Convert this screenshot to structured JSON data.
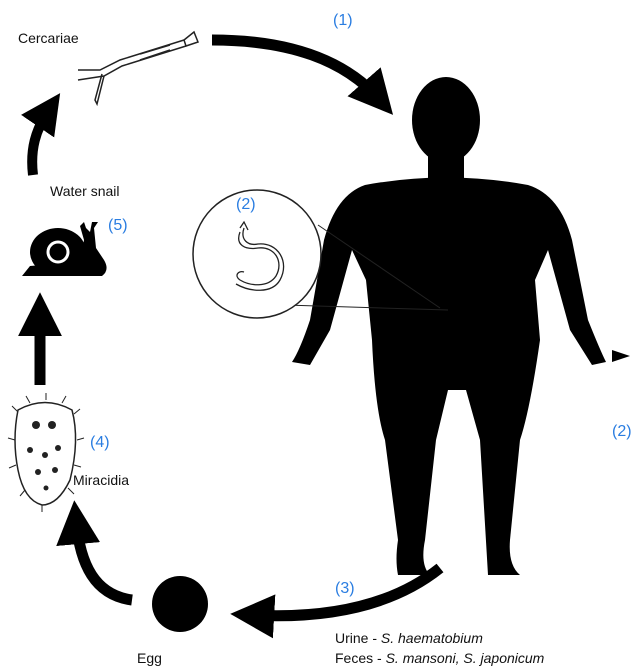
{
  "diagram": {
    "labels": {
      "cercariae": "Cercariae",
      "water_snail": "Water snail",
      "miracidia": "Miracidia",
      "egg": "Egg",
      "urine_prefix": "Urine - ",
      "urine_species": "S. haematobium",
      "feces_prefix": "Feces - ",
      "feces_species": "S. mansoni, S. japonicum"
    },
    "steps": {
      "step1": "(1)",
      "step2_inset": "(2)",
      "step2_right": "(2)",
      "step3": "(3)",
      "step4": "(4)",
      "step5": "(5)"
    },
    "colors": {
      "arrow": "#000000",
      "step_number": "#2a7de1",
      "silhouette": "#000000",
      "background": "#ffffff"
    },
    "icons": {
      "cercaria": "cercaria-drawing",
      "human": "human-silhouette",
      "worm_inset": "adult-worm-pair-inset",
      "snail": "snail-icon",
      "miracidium": "miracidium-drawing",
      "egg": "egg-icon"
    }
  }
}
